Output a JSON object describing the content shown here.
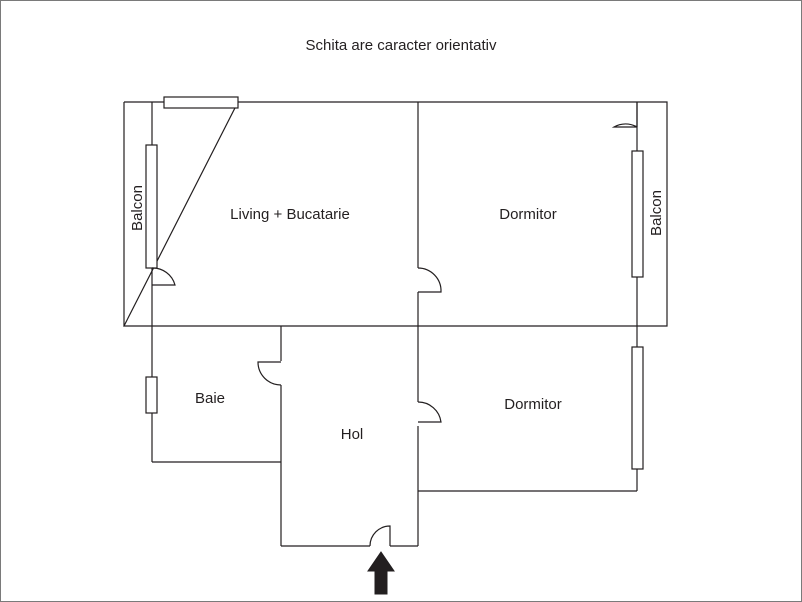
{
  "note": "Schita are caracter orientativ",
  "rooms": {
    "living": "Living + Bucatarie",
    "bedroom_top": "Dormitor",
    "bedroom_bottom": "Dormitor",
    "bathroom": "Baie",
    "hall": "Hol",
    "balcony_left": "Balcon",
    "balcony_right": "Balcon"
  },
  "entrance_icon": "arrow-up-icon",
  "colors": {
    "line": "#231f20",
    "frame": "#7a7a7a",
    "background": "#ffffff"
  }
}
